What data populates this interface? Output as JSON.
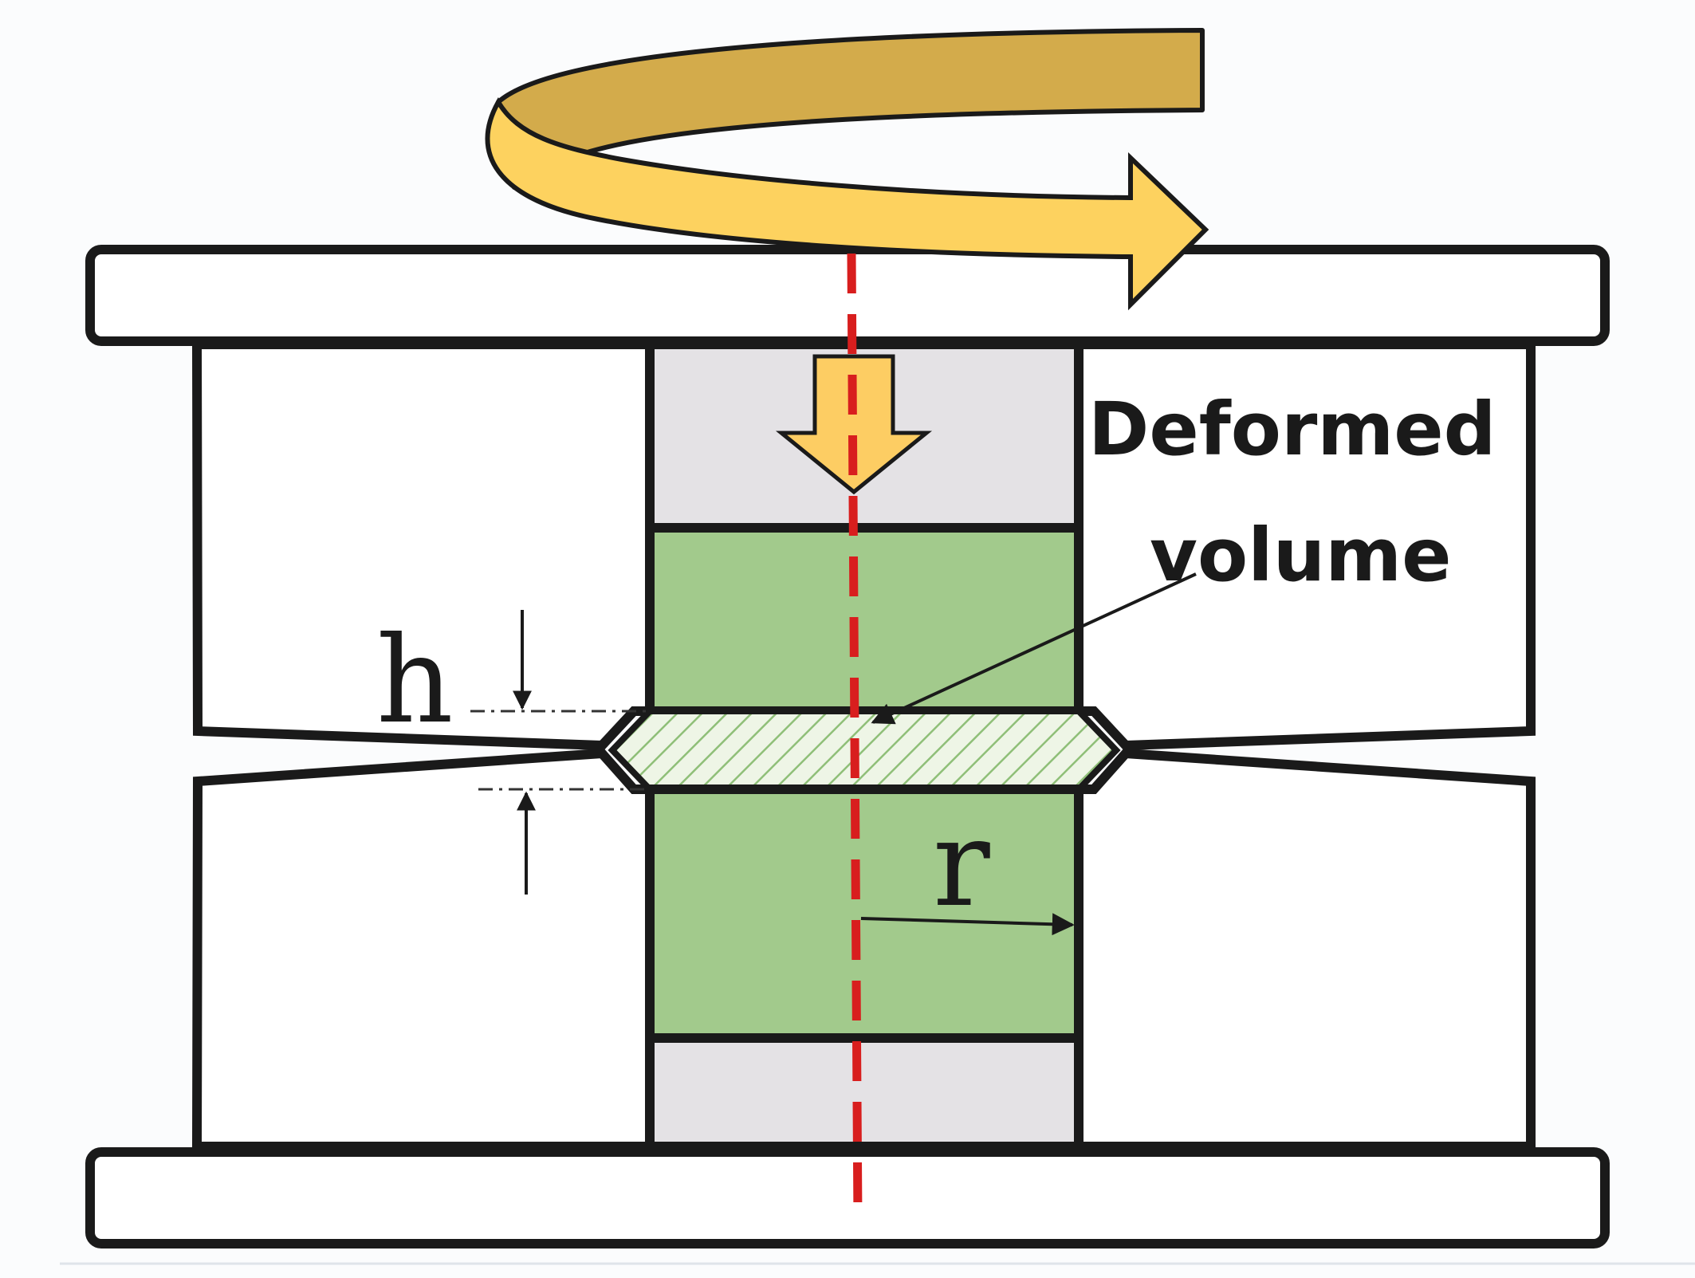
{
  "labels": {
    "deformed_line1": "Deformed",
    "deformed_line2": "volume",
    "height_symbol": "h",
    "radius_symbol": "r"
  },
  "colors": {
    "background": "#fbfcfd",
    "outline": "#1a1a1a",
    "anvil_fill": "#ffffff",
    "plunger_fill": "#e4e2e5",
    "sample_fill": "#a2ca8c",
    "deformed_fill": "#eef5e6",
    "hatch": "#8fbf78",
    "axis": "#d81e1e",
    "rotation_top": "#d3ab4b",
    "rotation_bottom": "#fdd25f",
    "push_arrow": "#fdcd63"
  },
  "icons": {
    "rotation": "curved-rotation-arrow-icon",
    "compression": "down-arrow-icon"
  }
}
